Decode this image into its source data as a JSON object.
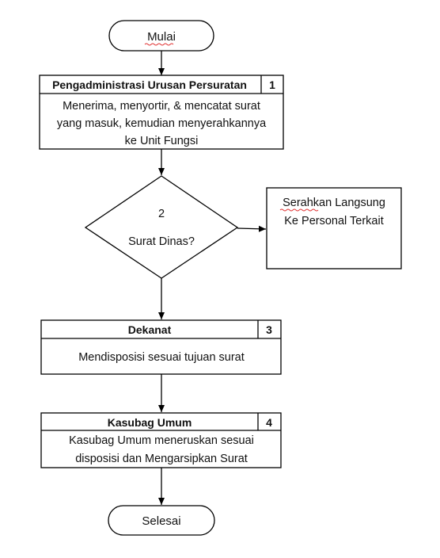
{
  "start": {
    "label": "Mulai"
  },
  "step1": {
    "title": "Pengadministrasi Urusan Persuratan",
    "number": "1",
    "body_lines": [
      "Menerima, menyortir, & mencatat surat",
      "yang masuk, kemudian menyerahkannya",
      "ke Unit Fungsi"
    ]
  },
  "decision": {
    "number": "2",
    "question": "Surat Dinas?"
  },
  "side_box": {
    "lines": [
      "Serahkan Langsung",
      "Ke Personal Terkait"
    ]
  },
  "step3": {
    "title": "Dekanat",
    "number": "3",
    "body": "Mendisposisi sesuai tujuan surat"
  },
  "step4": {
    "title": "Kasubag Umum",
    "number": "4",
    "body_lines": [
      "Kasubag Umum meneruskan sesuai",
      "disposisi dan Mengarsipkan Surat"
    ]
  },
  "end": {
    "label": "Selesai"
  },
  "colors": {
    "stroke": "#000000",
    "spellcheck": "#e03030"
  }
}
